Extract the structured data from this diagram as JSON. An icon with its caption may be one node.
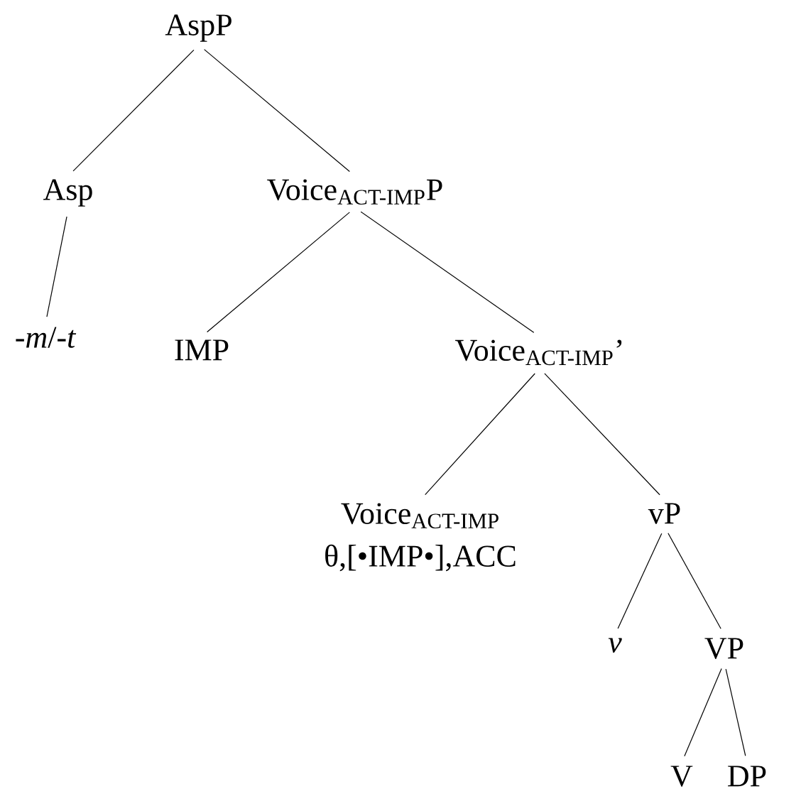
{
  "diagram": {
    "nodes": [
      {
        "text": [
          "AspP"
        ]
      },
      {
        "text": [
          "Asp"
        ]
      },
      {
        "text": [
          "-*m*/-*t*"
        ]
      },
      {
        "text": [
          "Voice$_{ACT-IMP}$P"
        ]
      },
      {
        "text": [
          "IMP"
        ]
      },
      {
        "text": [
          "Voice$_{ACT-IMP}$’"
        ]
      },
      {
        "text": [
          "Voice$_{ACT-IMP}$",
          "θ,[•IMP•],ACC"
        ]
      },
      {
        "text": [
          "vP"
        ]
      },
      {
        "text": [
          "*v*"
        ]
      },
      {
        "text": [
          "VP"
        ]
      },
      {
        "text": [
          "V"
        ]
      },
      {
        "text": [
          "DP"
        ]
      }
    ],
    "edges": [
      {
        "from": 0,
        "to": 1,
        "arrow": "none"
      },
      {
        "from": 0,
        "to": 3,
        "arrow": "none"
      },
      {
        "from": 1,
        "to": 2,
        "arrow": "none"
      },
      {
        "from": 3,
        "to": 4,
        "arrow": "none"
      },
      {
        "from": 3,
        "to": 5,
        "arrow": "none"
      },
      {
        "from": 5,
        "to": 6,
        "arrow": "none"
      },
      {
        "from": 5,
        "to": 7,
        "arrow": "none"
      },
      {
        "from": 7,
        "to": 8,
        "arrow": "none"
      },
      {
        "from": 7,
        "to": 9,
        "arrow": "none"
      },
      {
        "from": 9,
        "to": 10,
        "arrow": "none"
      },
      {
        "from": 9,
        "to": 11,
        "arrow": "none"
      }
    ]
  }
}
